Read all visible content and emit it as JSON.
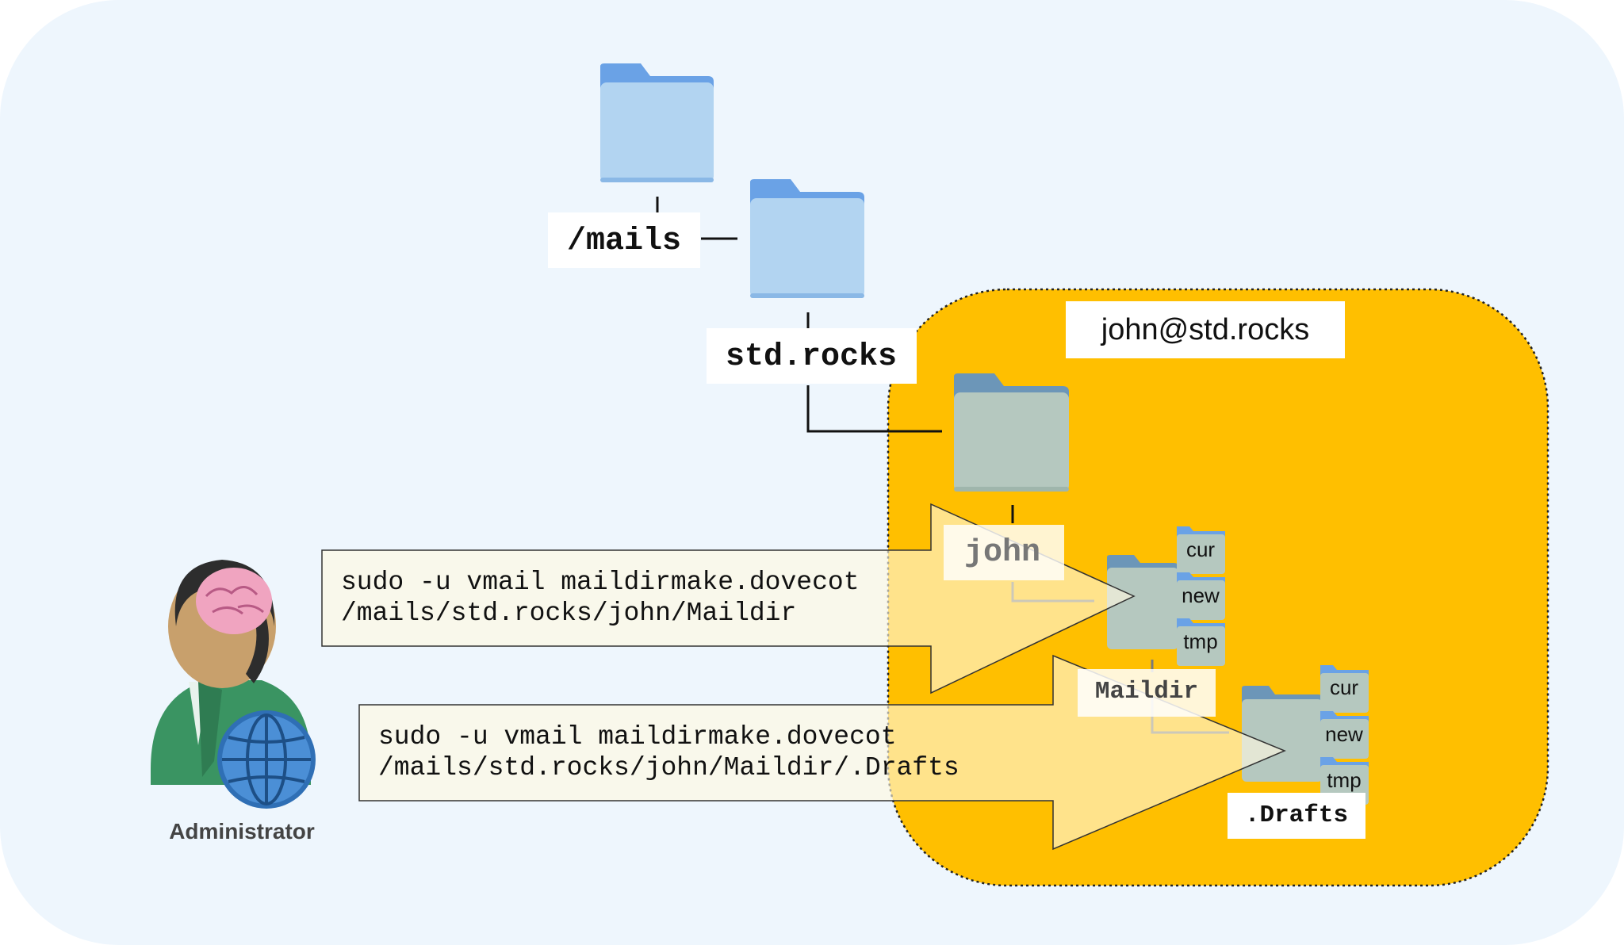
{
  "colors": {
    "background": "#eef6fd",
    "zone": "#ffbf00",
    "folder_blue_tab": "#6aa2e6",
    "folder_blue_body": "#b2d4f1",
    "folder_grey_tab": "#6c96b8",
    "folder_grey_body": "#b5c8bf",
    "arrow_fill": "#fff7d6"
  },
  "tree": {
    "root_label": "/mails",
    "domain_label": "std.rocks",
    "user_label": "john",
    "maildir_label": "Maildir",
    "drafts_label": ".Drafts"
  },
  "zone": {
    "title": "john@std.rocks"
  },
  "subfolders": {
    "maildir": [
      "cur",
      "new",
      "tmp"
    ],
    "drafts": [
      "cur",
      "new",
      "tmp"
    ]
  },
  "commands": {
    "first": {
      "line1": "sudo -u vmail maildirmake.dovecot",
      "line2": "/mails/std.rocks/john/Maildir"
    },
    "second": {
      "line1": "sudo -u vmail maildirmake.dovecot",
      "line2": "/mails/std.rocks/john/Maildir/.Drafts"
    }
  },
  "actor": {
    "label": "Administrator",
    "icon": "administrator-brain-globe-icon"
  }
}
